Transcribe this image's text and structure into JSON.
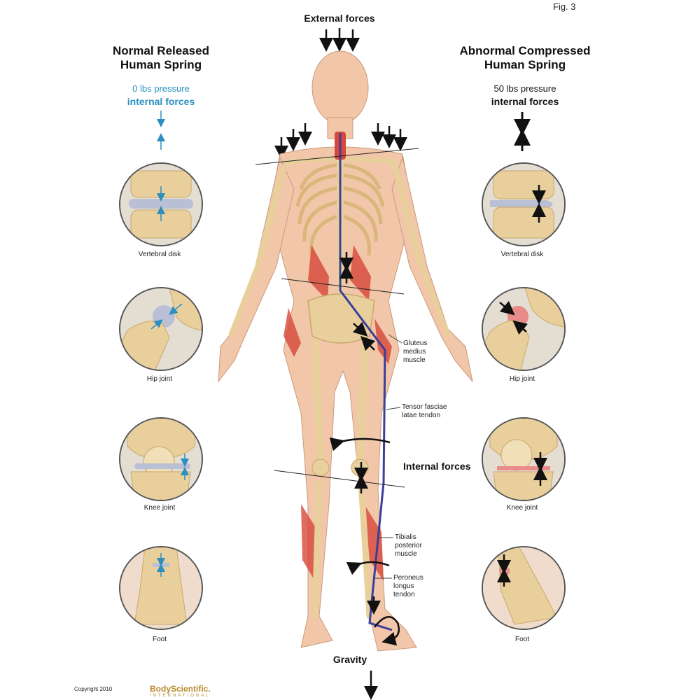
{
  "figure_label": "Fig. 3",
  "top_label": "External forces",
  "bottom_label": "Gravity",
  "left_panel": {
    "title_line1": "Normal Released",
    "title_line2": "Human Spring",
    "pressure": "0 lbs pressure",
    "forces": "internal forces",
    "color": "#2b8fc0",
    "insets": [
      {
        "caption": "Vertebral disk"
      },
      {
        "caption": "Hip joint"
      },
      {
        "caption": "Knee joint"
      },
      {
        "caption": "Foot"
      }
    ]
  },
  "right_panel": {
    "title_line1": "Abnormal Compressed",
    "title_line2": "Human Spring",
    "pressure": "50 lbs pressure",
    "forces": "internal forces",
    "color": "#111111",
    "insets": [
      {
        "caption": "Vertebral disk"
      },
      {
        "caption": "Hip joint"
      },
      {
        "caption": "Knee joint"
      },
      {
        "caption": "Foot"
      }
    ]
  },
  "annotations": {
    "gluteus": [
      "Gluteus",
      "medius",
      "muscle"
    ],
    "tensor": [
      "Tensor fasciae",
      "latae tendon"
    ],
    "internal_forces": "Internal forces",
    "tibialis": [
      "Tibialis",
      "posterior",
      "muscle"
    ],
    "peroneus": [
      "Peroneus",
      "longus",
      "tendon"
    ]
  },
  "footer": {
    "copyright": "Copyright 2010",
    "logo": "BodyScientific.",
    "logo_sub": "INTERNATIONAL"
  },
  "colors": {
    "bone": "#e8cf9c",
    "muscle": "#d7473a",
    "skin": "#f2c6a8",
    "line": "#3b3f9a",
    "disk": "#b9bfd4"
  }
}
